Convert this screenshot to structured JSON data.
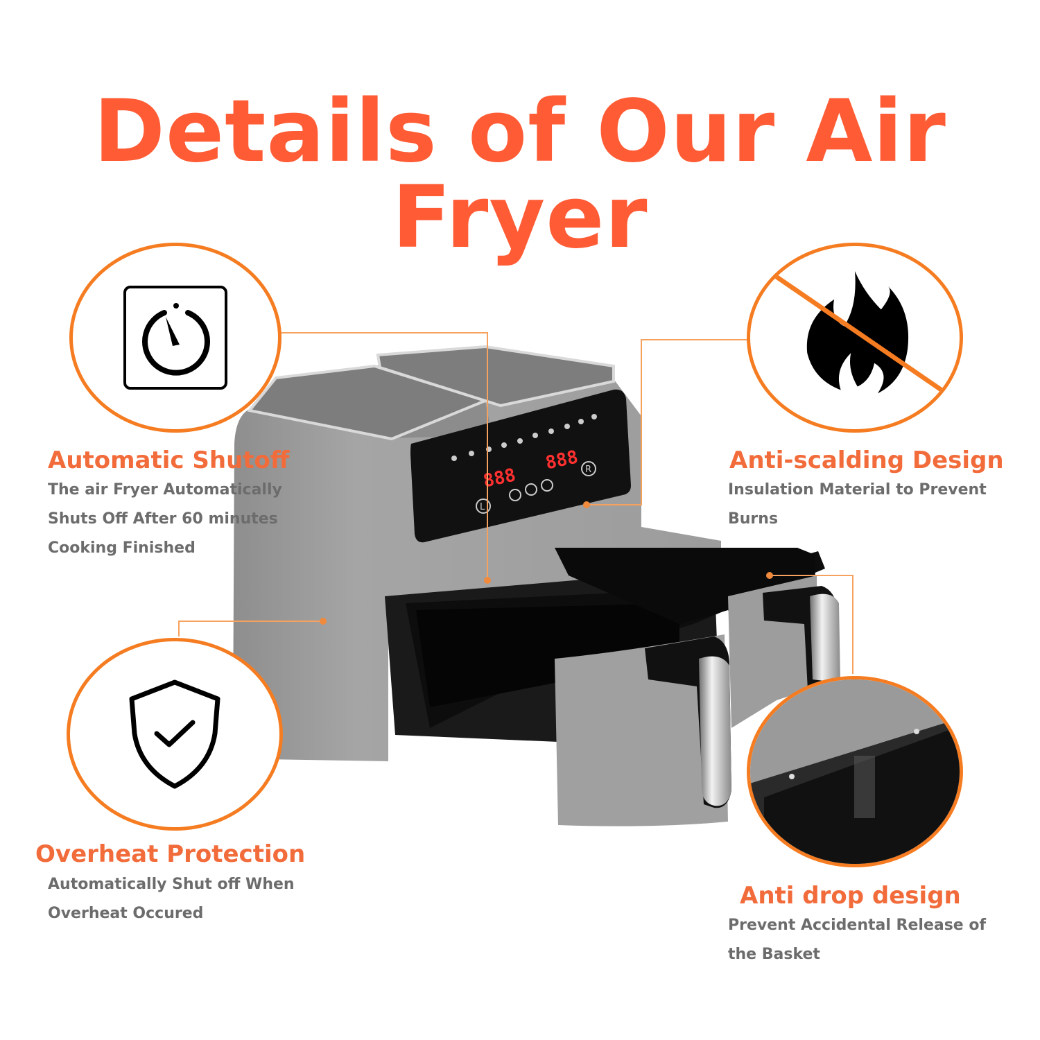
{
  "title": "Details of Our Air Fryer",
  "colors": {
    "accent": "#ff5c35",
    "circle_border": "#f57c21",
    "body_text": "#6c6c6c",
    "product_grey": "#9a9a9a"
  },
  "features": [
    {
      "icon": "timer-icon",
      "heading": "Automatic Shutoff",
      "lines": [
        "The air Fryer Automatically",
        "Shuts Off After 60 minutes",
        "Cooking Finished"
      ]
    },
    {
      "icon": "no-flame-icon",
      "heading": "Anti-scalding Design",
      "lines": [
        "Insulation Material to Prevent",
        "Burns"
      ]
    },
    {
      "icon": "shield-check-icon",
      "heading": "Overheat Protection",
      "lines": [
        "Automatically Shut off When",
        "Overheat Occured"
      ]
    },
    {
      "icon": "basket-closeup",
      "heading": "Anti drop design",
      "lines": [
        "Prevent Accidental Release of",
        "the Basket"
      ]
    }
  ],
  "panel": {
    "display_left": "888",
    "display_right": "888",
    "left_button": "L",
    "right_button": "R"
  }
}
